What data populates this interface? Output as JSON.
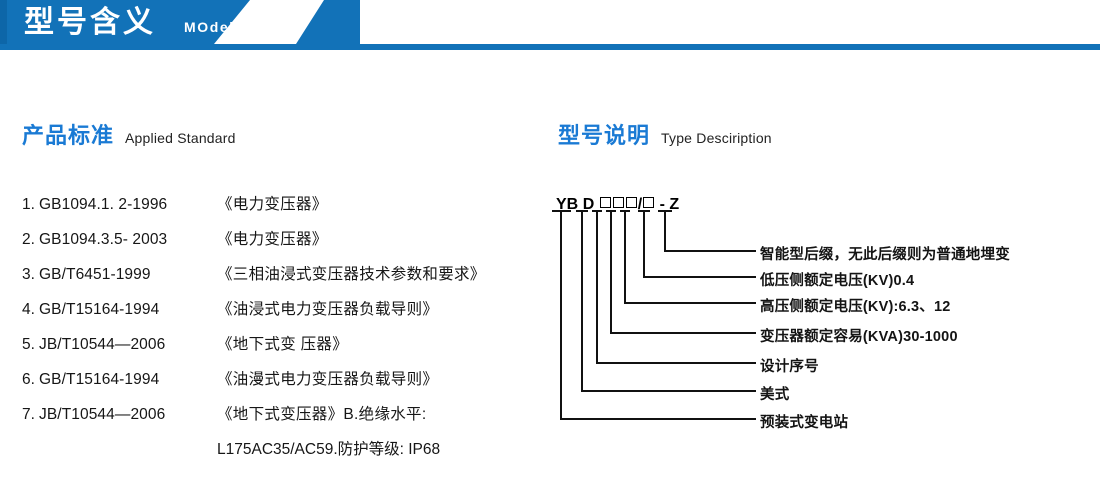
{
  "header": {
    "title_cn": "型号含义",
    "title_en": "MOdel maning",
    "bar_color": "#1272b8",
    "edge_color": "#0d66a8"
  },
  "sections": {
    "left": {
      "title_cn": "产品标准",
      "title_en": "Applied Standard",
      "accent": "#1a7ad4"
    },
    "right": {
      "title_cn": "型号说明",
      "title_en": "Type Desciription",
      "accent": "#1a7ad4"
    }
  },
  "standards": [
    {
      "num": "1.",
      "code": "GB1094.1. 2-1996",
      "name": "《电力变压器》"
    },
    {
      "num": "2.",
      "code": "GB1094.3.5- 2003",
      "name": "《电力变压器》"
    },
    {
      "num": "3.",
      "code": "GB/T6451-1999",
      "name": "《三相油浸式变压器技术参数和要求》"
    },
    {
      "num": "4.",
      "code": "GB/T15164-1994",
      "name": "《油浸式电力变压器负载导则》"
    },
    {
      "num": "5.",
      "code": "JB/T10544—2006",
      "name": "《地下式变 压器》"
    },
    {
      "num": "6.",
      "code": "GB/T15164-1994",
      "name": "《油漫式电力变压器负载导则》"
    },
    {
      "num": "7.",
      "code": "JB/T10544—2006",
      "name": "《地下式变压器》B.绝缘水平:"
    }
  ],
  "standards_continuation": "L175AC35/AC59.防护等级: IP68",
  "model_code": {
    "parts": [
      "YB",
      "D",
      "□",
      "□",
      "□",
      "/",
      "□",
      "-",
      "Z"
    ],
    "display": "YB D □□□/□ - Z"
  },
  "descriptions": [
    "智能型后缀，无此后缀则为普通地埋变",
    "低压侧额定电压(KV)0.4",
    "高压侧额定电压(KV):6.3、12",
    "变压器额定容易(KVA)30-1000",
    "设计序号",
    "美式",
    "预装式变电站"
  ]
}
